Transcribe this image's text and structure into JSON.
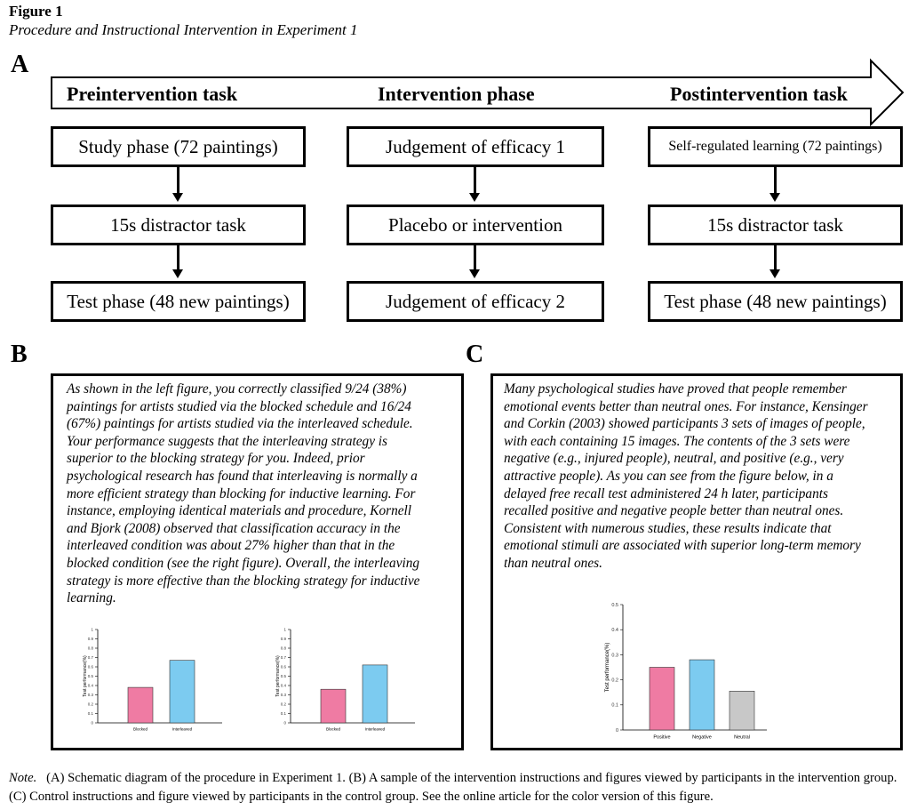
{
  "figure": {
    "label": "Figure 1",
    "title": "Procedure and Instructional Intervention in Experiment 1"
  },
  "panels": {
    "a": "A",
    "b": "B",
    "c": "C"
  },
  "phases": [
    "Preintervention task",
    "Intervention phase",
    "Postintervention task"
  ],
  "columns": [
    {
      "steps": [
        "Study phase (72 paintings)",
        "15s distractor task",
        "Test phase (48 new paintings)"
      ]
    },
    {
      "steps": [
        "Judgement of efficacy 1",
        "Placebo or intervention",
        "Judgement of efficacy 2"
      ]
    },
    {
      "steps": [
        "Self-regulated learning (72 paintings)",
        "15s distractor task",
        "Test phase (48 new paintings)"
      ]
    }
  ],
  "panel_b_text": [
    "As shown in the left figure, you correctly classified 9/24 (38%)",
    "paintings for artists studied via the blocked schedule and 16/24",
    "(67%) paintings for artists studied via the interleaved schedule.",
    "Your performance suggests that the interleaving strategy is",
    "superior to the blocking strategy for you. Indeed, prior",
    "psychological research has found that interleaving is normally a",
    "more efficient strategy than blocking for inductive learning. For",
    "instance, employing identical materials and procedure, Kornell",
    "and Bjork (2008) observed that classification accuracy in the",
    "interleaved condition was about 27% higher than that in the",
    "blocked condition (see the right figure). Overall, the interleaving",
    "strategy is more effective than the blocking strategy for inductive",
    "learning."
  ],
  "panel_c_text": [
    "Many psychological studies have proved that people remember",
    "emotional events better than neutral ones. For instance, Kensinger",
    "and Corkin (2003) showed participants 3 sets of images of people,",
    "with each containing 15 images. The contents of the 3 sets were",
    "negative (e.g., injured people), neutral, and positive (e.g., very",
    "attractive people). As you can see from the figure below, in a",
    "delayed free recall test administered 24 h later, participants",
    "recalled positive and negative people better than neutral ones.",
    "Consistent with numerous studies, these results indicate that",
    "emotional stimuli are associated with superior long-term memory",
    "than neutral ones."
  ],
  "note": {
    "lead": "Note.",
    "body": "(A) Schematic diagram of the procedure in Experiment 1. (B) A sample of the intervention instructions and figures viewed by participants in the intervention group. (C) Control instructions and figure viewed by participants in the control group. See the online article for the color version of this figure."
  },
  "chart_data": [
    {
      "type": "bar",
      "categories": [
        "Blocked",
        "Interleaved"
      ],
      "values": [
        0.38,
        0.67
      ],
      "colors": [
        "#ef7ba3",
        "#7ccbf0"
      ],
      "ylabel": "Test performance(%)",
      "ylim": [
        0,
        1
      ],
      "yticks": [
        "0",
        "0.1",
        "0.2",
        "0.3",
        "0.4",
        "0.5",
        "0.6",
        "0.7",
        "0.8",
        "0.9",
        "1"
      ]
    },
    {
      "type": "bar",
      "categories": [
        "Blocked",
        "Interleaved"
      ],
      "values": [
        0.36,
        0.62
      ],
      "colors": [
        "#ef7ba3",
        "#7ccbf0"
      ],
      "ylabel": "Test performance(%)",
      "ylim": [
        0,
        1
      ],
      "yticks": [
        "0",
        "0.1",
        "0.2",
        "0.3",
        "0.4",
        "0.5",
        "0.6",
        "0.7",
        "0.8",
        "0.9",
        "1"
      ]
    },
    {
      "type": "bar",
      "categories": [
        "Positive",
        "Negative",
        "Neutral"
      ],
      "values": [
        0.25,
        0.28,
        0.155
      ],
      "colors": [
        "#ef7ba3",
        "#7ccbf0",
        "#c8c8c8"
      ],
      "ylabel": "Test performance(%)",
      "ylim": [
        0,
        0.5
      ],
      "yticks": [
        "0",
        "0.1",
        "0.2",
        "0.3",
        "0.4",
        "0.5"
      ]
    }
  ]
}
